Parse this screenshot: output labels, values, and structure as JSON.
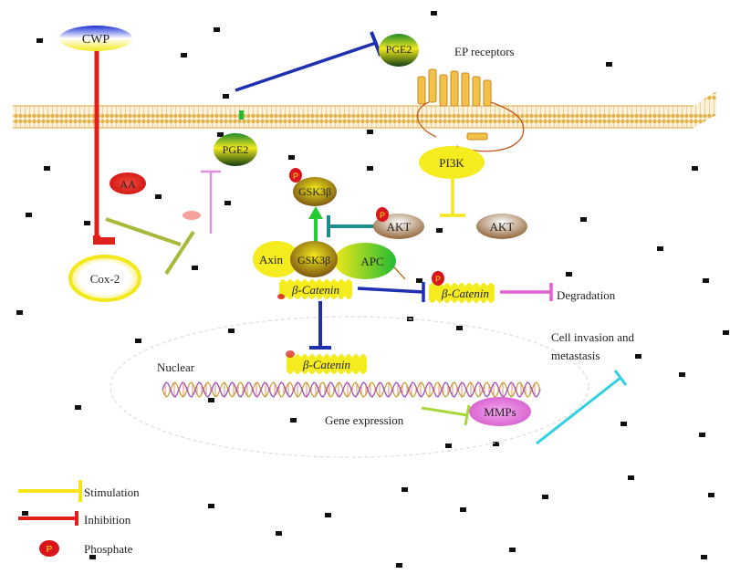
{
  "nodes": {
    "cwp": "CWP",
    "pge2_top": "PGE2",
    "ep_receptors": "EP receptors",
    "pge2_mid": "PGE2",
    "aa": "AA",
    "pi3k": "PI3K",
    "gsk3b_top": "GSK3β",
    "akt_p": "AKT",
    "akt": "AKT",
    "cox2": "Cox-2",
    "axin": "Axin",
    "gsk3b": "GSK3β",
    "apc": "APC",
    "bcat_complex": "β-Catenin",
    "bcat_p": "β-Catenin",
    "degradation": "Degradation",
    "bcat_nuclear": "β-Catenin",
    "nuclear": "Nuclear",
    "gene_expression": "Gene expression",
    "mmps": "MMPs",
    "cell_invasion_1": "Cell invasion and",
    "cell_invasion_2": "metastasis"
  },
  "legend": {
    "stimulation": "Stimulation",
    "inhibition": "Inhibition",
    "phosphate": "Phosphate",
    "phosphate_symbol": "P"
  },
  "colors": {
    "stimulation": "#f5e61c",
    "inhibition": "#e0201b",
    "membrane": "#d9a843",
    "phosphate": "#d9141a",
    "blue_arrow": "#1f2fb0",
    "teal_arrow": "#1a8c8c",
    "green_arrow": "#22cc33",
    "magenta_arrow": "#e060d0",
    "olive_arrow": "#a8b838",
    "cyan_arrow": "#30d0e0"
  }
}
